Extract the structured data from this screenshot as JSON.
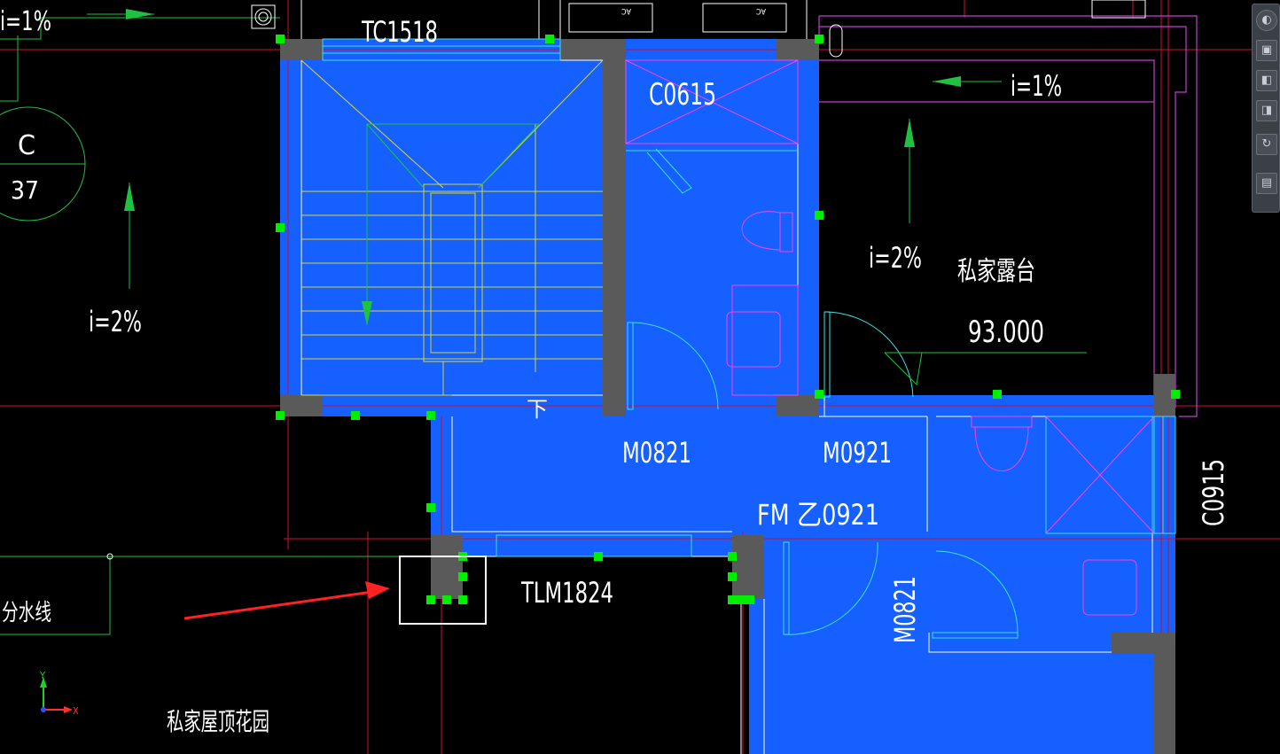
{
  "labels": {
    "slope_top_left": "i=1%",
    "window_top": "TC1518",
    "ac_left": "AC",
    "ac_right": "AC",
    "window_c0615": "C0615",
    "slope_top_right": "i=1%",
    "grid_letter": "C",
    "grid_number": "37",
    "slope_left": "i=2%",
    "slope_right": "i=2%",
    "terrace_name": "私家露台",
    "elevation": "93.000",
    "stair_down": "下",
    "door_m0821": "M0821",
    "door_m0921": "M0921",
    "door_fm": "FM 乙0921",
    "window_c0915": "C0915",
    "door_m0821_vertical": "M0821",
    "door_tlm1824": "TLM1824",
    "drain_line": "分水线",
    "roof_garden": "私家屋顶花园",
    "axis_y": "Y",
    "axis_x": "X"
  },
  "colors": {
    "selection_fill": "#1560ff",
    "wall": "#5a5a5a",
    "grip": "#00ff00",
    "annotation_arrow": "#ff2222"
  },
  "toolbar": [
    "steering-wheel-icon",
    "3d-view-icon",
    "cube-icon",
    "cube-icon",
    "orbit-icon",
    "layout-icon"
  ]
}
